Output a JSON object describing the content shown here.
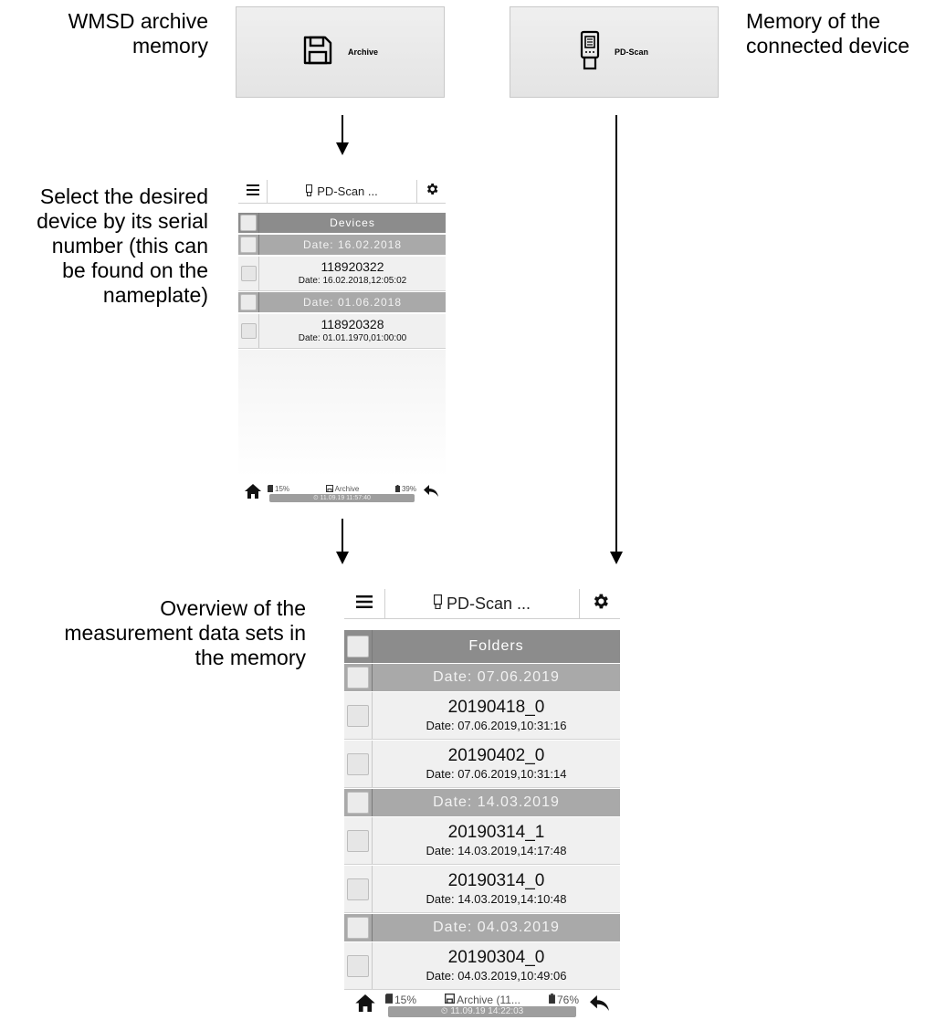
{
  "annotations": {
    "archive_memory": [
      "WMSD archive",
      "memory"
    ],
    "device_memory": [
      "Memory of the",
      "connected device"
    ],
    "select_device": [
      "Select the desired",
      "device by its serial",
      "number (this can",
      "be found on the",
      "nameplate)"
    ],
    "overview": [
      "Overview of the",
      "measurement data sets in",
      "the memory"
    ]
  },
  "buttons": {
    "archive_label": "Archive",
    "pdscan_label": "PD-Scan"
  },
  "screen_devices": {
    "title": "PD-Scan ...",
    "header": "Devices",
    "rows": [
      {
        "type": "date",
        "text": "Date: 16.02.2018"
      },
      {
        "type": "item",
        "title": "118920322",
        "sub": "Date: 16.02.2018,12:05:02"
      },
      {
        "type": "date",
        "text": "Date: 01.06.2018"
      },
      {
        "type": "item",
        "title": "118920328",
        "sub": "Date: 01.01.1970,01:00:00"
      }
    ],
    "status": {
      "sd": "15%",
      "location": "Archive",
      "battery": "39%",
      "time": "11.09.19 11:57:40"
    }
  },
  "screen_folders": {
    "title": "PD-Scan ...",
    "header": "Folders",
    "rows": [
      {
        "type": "date",
        "text": "Date: 07.06.2019"
      },
      {
        "type": "item",
        "title": "20190418_0",
        "sub": "Date: 07.06.2019,10:31:16"
      },
      {
        "type": "item",
        "title": "20190402_0",
        "sub": "Date: 07.06.2019,10:31:14"
      },
      {
        "type": "date",
        "text": "Date: 14.03.2019"
      },
      {
        "type": "item",
        "title": "20190314_1",
        "sub": "Date: 14.03.2019,14:17:48"
      },
      {
        "type": "item",
        "title": "20190314_0",
        "sub": "Date: 14.03.2019,14:10:48"
      },
      {
        "type": "date",
        "text": "Date: 04.03.2019"
      },
      {
        "type": "item",
        "title": "20190304_0",
        "sub": "Date: 04.03.2019,10:49:06"
      }
    ],
    "status": {
      "sd": "15%",
      "location": "Archive (11...",
      "battery": "76%",
      "time": "11.09.19 14:22:03"
    }
  },
  "colors": {
    "header": "#8c8c8c",
    "date_row": "#a9a9a9",
    "item_row": "#f0f0f0",
    "button_bg": "#e9e9e9"
  },
  "icons": [
    "floppy-icon",
    "pdscan-device-icon",
    "menu-icon",
    "gear-icon",
    "home-icon",
    "back-icon",
    "sd-card-icon",
    "battery-icon",
    "clock-icon",
    "arrow-down-icon"
  ]
}
